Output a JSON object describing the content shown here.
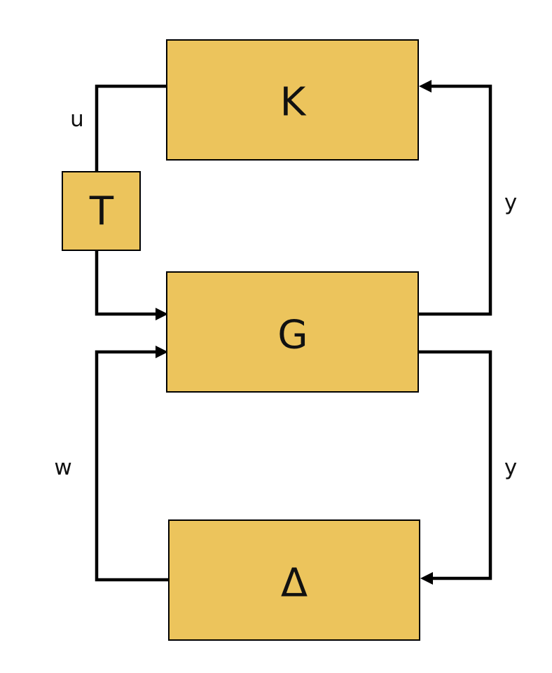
{
  "blocks": {
    "controller": {
      "label": "K"
    },
    "transform": {
      "label": "T"
    },
    "plant": {
      "label": "G"
    },
    "uncertainty": {
      "label": "Δ"
    }
  },
  "signals": {
    "control": {
      "label": "u"
    },
    "measurement_upper": {
      "label": "y"
    },
    "disturbance": {
      "label": "w"
    },
    "measurement_lower": {
      "label": "y"
    }
  },
  "colors": {
    "block_fill": "#ecc45c",
    "wire": "#000000",
    "text": "#111111",
    "background": "#ffffff"
  }
}
